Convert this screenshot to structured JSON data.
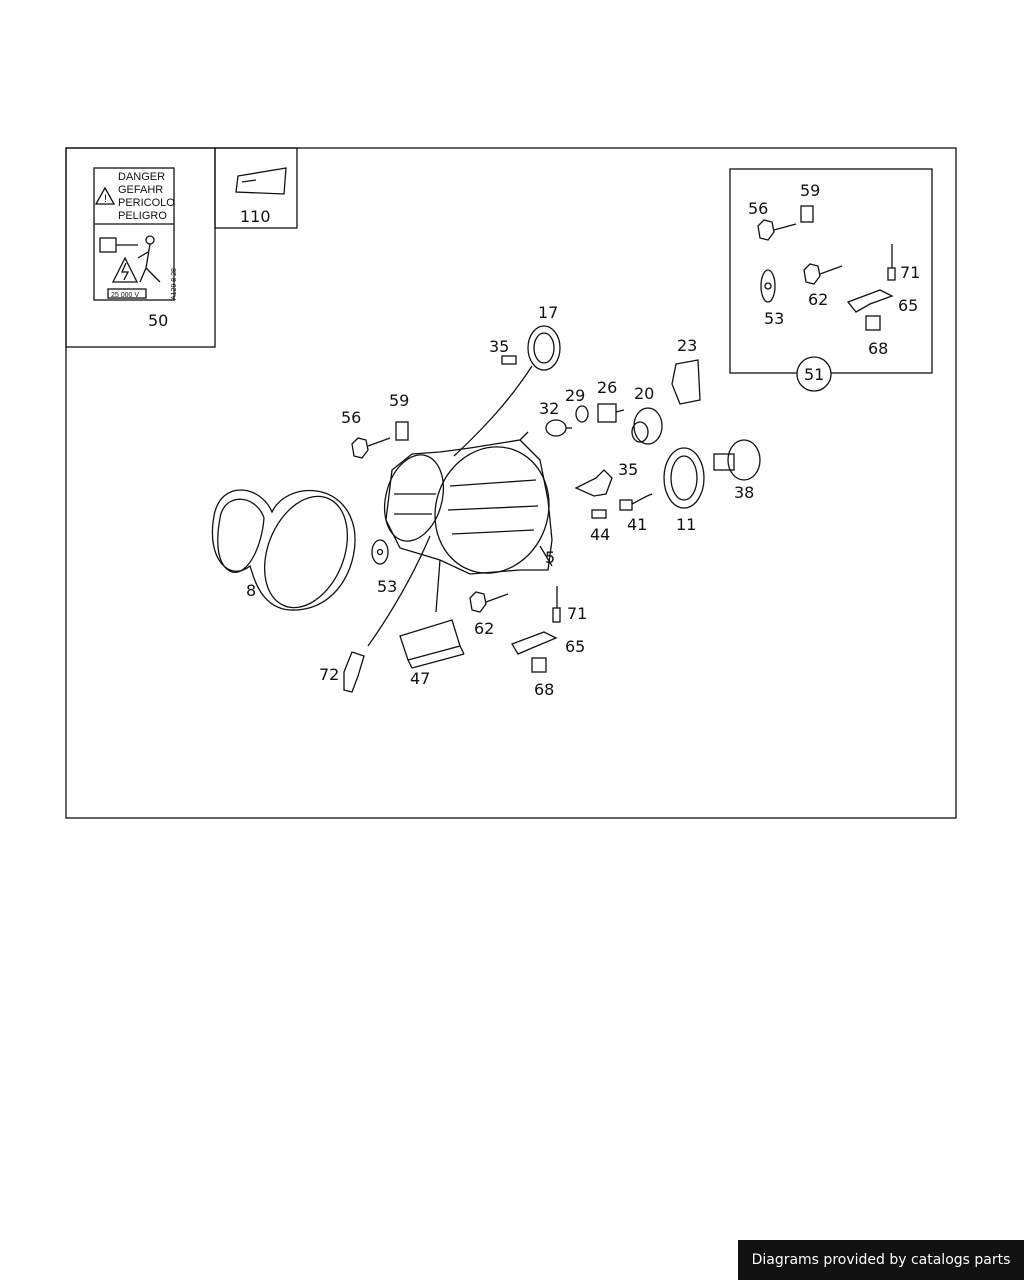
{
  "warning_label": {
    "lines": [
      "DANGER",
      "GEFAHR",
      "PERICOLO",
      "PELIGRO"
    ],
    "voltage": "25 000 V",
    "code": "A129 8 28"
  },
  "callouts": {
    "p50": "50",
    "p110": "110",
    "p51": "51",
    "inset": {
      "p56": "56",
      "p59": "59",
      "p71": "71",
      "p53": "53",
      "p62": "62",
      "p65": "65",
      "p68": "68"
    },
    "main": {
      "p17": "17",
      "p35a": "35",
      "p23": "23",
      "p59": "59",
      "p56": "56",
      "p29": "29",
      "p26": "26",
      "p32": "32",
      "p20": "20",
      "p35b": "35",
      "p38": "38",
      "p41": "41",
      "p11": "11",
      "p44": "44",
      "p5": "5",
      "p8": "8",
      "p53": "53",
      "p71": "71",
      "p62": "62",
      "p65": "65",
      "p72": "72",
      "p47": "47",
      "p68": "68"
    }
  },
  "footer": {
    "credit": "Diagrams provided by catalogs parts"
  }
}
